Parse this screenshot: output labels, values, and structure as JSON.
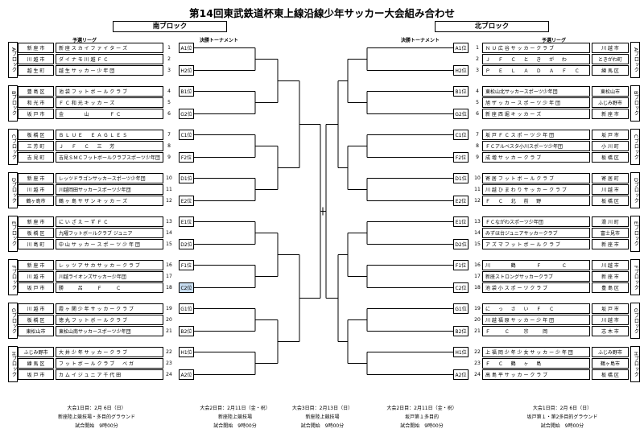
{
  "title": "第14回東武鉄道杯東上線沿線少年サッカー大会組み合わせ",
  "south_block": "南ブロック",
  "north_block": "北ブロック",
  "prelim_label": "予選リーグ",
  "final_label": "決勝トーナメント",
  "left_groups": [
    {
      "label": "Aブロック",
      "rows": [
        {
          "num": "1",
          "area": "新 座 市",
          "team": "新 座 ス カ イ フ ァ イ タ ー ズ"
        },
        {
          "num": "2",
          "area": "川 越 市",
          "team": "ダ イ ナ モ 川 越 Ｆ Ｃ"
        },
        {
          "num": "3",
          "area": "越 生 町",
          "team": "越 生 サ ッ カ ー 少 年 団"
        }
      ]
    },
    {
      "label": "Bブロック",
      "rows": [
        {
          "num": "4",
          "area": "豊 島 区",
          "team": "池 袋 フ ッ ト ボ ー ル ク ラ ブ"
        },
        {
          "num": "5",
          "area": "和 光 市",
          "team": "Ｆ Ｃ 和 光 キ ッ カ ー ズ"
        },
        {
          "num": "6",
          "area": "坂 戸 市",
          "team": "金 　 　 　 山 　 　 　 Ｆ Ｃ"
        }
      ]
    },
    {
      "label": "Cブロック",
      "rows": [
        {
          "num": "7",
          "area": "板 橋 区",
          "team": "Ｂ Ｌ Ｕ Ｅ 　 Ｅ Ａ Ｇ Ｌ Ｅ Ｓ"
        },
        {
          "num": "8",
          "area": "三 芳 町",
          "team": "Ｊ 　 Ｆ 　 Ｃ 　 三 　 芳"
        },
        {
          "num": "9",
          "area": "吉 見 町",
          "team": "吉見ＳＭＣフットボールクラブスポーツ少年団"
        }
      ]
    },
    {
      "label": "Dブロック",
      "rows": [
        {
          "num": "10",
          "area": "新 座 市",
          "team": "レッツドラゴンサッカースポーツ少年団"
        },
        {
          "num": "11",
          "area": "川 越 市",
          "team": "川越岡田サッカースポーツ少年団"
        },
        {
          "num": "12",
          "area": "鶴ヶ島市",
          "team": "鶴 ヶ 島 サ ザ ン キ ッ カ ー ズ"
        }
      ]
    },
    {
      "label": "Eブロック",
      "rows": [
        {
          "num": "13",
          "area": "新 座 市",
          "team": "に い ざ え ー ず Ｆ Ｃ"
        },
        {
          "num": "14",
          "area": "板 橋 区",
          "team": "九曜フットボールクラブ ジュニア"
        },
        {
          "num": "15",
          "area": "川 島 町",
          "team": "中 山 サ ッ カ ー ス ポ ー ツ 少 年 団"
        }
      ]
    },
    {
      "label": "Fブロック",
      "rows": [
        {
          "num": "16",
          "area": "新 座 市",
          "team": "レ ッ ツ ア サ カ サ ッ カ ー ク ラ ブ"
        },
        {
          "num": "17",
          "area": "川 越 市",
          "team": "川越ライオンズサッカー少年団"
        },
        {
          "num": "18",
          "area": "坂 戸 市",
          "team": "勝 　 　 呂 　 　 Ｆ 　 　 Ｃ"
        }
      ]
    },
    {
      "label": "Gブロック",
      "rows": [
        {
          "num": "19",
          "area": "川 越 市",
          "team": "霞 ヶ 関 少 年 サ ッ カ ー ク ラ ブ"
        },
        {
          "num": "20",
          "area": "板 橋 区",
          "team": "徳 丸 フ ッ ト ボ ー ル ク ラ ブ"
        },
        {
          "num": "21",
          "area": "東松山市",
          "team": "東松山南サッカースポーツ少年団"
        }
      ]
    },
    {
      "label": "Hブロック",
      "rows": [
        {
          "num": "22",
          "area": "ふじみ野市",
          "team": "大 井 少 年 サ ッ カ ー ク ラ ブ"
        },
        {
          "num": "23",
          "area": "練 馬 区",
          "team": "フ ッ ト ボ ー ル ク ラ ブ 　 ベ ガ"
        },
        {
          "num": "24",
          "area": "坂 戸 市",
          "team": "カ ム イ ジ ュ ニ ア 千 代 田"
        }
      ]
    }
  ],
  "right_groups": [
    {
      "label": "Aブロック",
      "rows": [
        {
          "num": "1",
          "team": "Ｎ Ｕ 広 谷 サ ッ カ ー ク ラ ブ",
          "area": "川 越 市"
        },
        {
          "num": "2",
          "team": "Ｊ 　 Ｆ 　 Ｃ 　 と 　 き 　 が 　 わ",
          "area": "ときがわ町"
        },
        {
          "num": "3",
          "team": "Ｐ 　 Ｅ 　 Ｌ 　 Ａ 　 Ｄ 　 Ａ 　 Ｆ 　 Ｃ",
          "area": "練 馬 区"
        }
      ]
    },
    {
      "label": "Bブロック",
      "rows": [
        {
          "num": "4",
          "team": "東松山北サッカースポーツ少年団",
          "area": "東松山市"
        },
        {
          "num": "5",
          "team": "旭 ザ ッ カ ー ス ポ ー ツ 少 年 団",
          "area": "ふじみ野市"
        },
        {
          "num": "6",
          "team": "新 座 西 堀 キ ッ カ ー ズ",
          "area": "新 座 市"
        }
      ]
    },
    {
      "label": "Cブロック",
      "rows": [
        {
          "num": "7",
          "team": "坂 戸 Ｆ Ｃ ス ポ ー ツ 少 年 団",
          "area": "坂 戸 市"
        },
        {
          "num": "8",
          "team": "ＦＣアルベスタ小川スポーツ少年団",
          "area": "小 川 町"
        },
        {
          "num": "9",
          "team": "成 増 サ ッ カ ー ク ラ ブ",
          "area": "板 橋 区"
        }
      ]
    },
    {
      "label": "Dブロック",
      "rows": [
        {
          "num": "10",
          "team": "寄 居 フ ッ ト ボ ー ル ク ラ ブ",
          "area": "寄 居 町"
        },
        {
          "num": "11",
          "team": "川 越 ひ ま わ り サ ッ カ ー ク ラ ブ",
          "area": "川 越 市"
        },
        {
          "num": "12",
          "team": "Ｆ 　 Ｃ 　 北 　 前 　 野",
          "area": "板 橋 区"
        }
      ]
    },
    {
      "label": "Eブロック",
      "rows": [
        {
          "num": "13",
          "team": "ＦＣながわスポーツ少年団",
          "area": "滑 川 町"
        },
        {
          "num": "14",
          "team": "みずほ台ジュニアサッカークラブ",
          "area": "富士見市"
        },
        {
          "num": "15",
          "team": "ア ズ マ フ ッ ト ボ ー ル ク ラ ブ",
          "area": "新 座 市"
        }
      ]
    },
    {
      "label": "Fブロック",
      "rows": [
        {
          "num": "16",
          "team": "川 　 　 　 鶴 　 　 　 Ｆ 　 　 　 Ｃ",
          "area": "川 越 市"
        },
        {
          "num": "17",
          "team": "新座ストロングサッカークラブ",
          "area": "新 座 市"
        },
        {
          "num": "18",
          "team": "池 袋 小 ス ポ ー ツ ク ラ ブ",
          "area": "豊 島 区"
        }
      ]
    },
    {
      "label": "Gブロック",
      "rows": [
        {
          "num": "19",
          "team": "に 　 っ 　 さ 　 い 　 Ｆ 　 Ｃ",
          "area": "坂 戸 市"
        },
        {
          "num": "20",
          "team": "川 越 福 原 サ ッ カ ー 少 年 団",
          "area": "川 越 市"
        },
        {
          "num": "21",
          "team": "Ｆ 　 　 Ｃ 　 　 宗 　 　 岡",
          "area": "志 木 市"
        }
      ]
    },
    {
      "label": "Hブロック",
      "rows": [
        {
          "num": "22",
          "team": "上 福 岡 少 年 少 女 サ ッ カ ー 少 年 団",
          "area": "ふじみ野市"
        },
        {
          "num": "23",
          "team": "Ｆ 　 Ｃ 　 鶴 　 ヶ 　 島",
          "area": "鶴ヶ島市"
        },
        {
          "num": "24",
          "team": "高 島 平 サ ッ カ ー ク ラ ブ",
          "area": "板 橋 区"
        }
      ]
    }
  ],
  "slots": [
    "A1位",
    "H2位",
    "B1位",
    "G2位",
    "C1位",
    "F2位",
    "D1位",
    "E2位",
    "E1位",
    "D2位",
    "F1位",
    "C2位",
    "G1位",
    "B2位",
    "H1位",
    "A2位"
  ],
  "right_slots": [
    "A1位",
    "H2位",
    "B1位",
    "G2位",
    "C1位",
    "F2位",
    "D1位",
    "E2位",
    "E1位",
    "D2位",
    "F1位",
    "C2位",
    "G1位",
    "B2位",
    "H1位",
    "A2位"
  ],
  "footer": [
    {
      "line1": "大会1日目：2月 6日（日）",
      "line2": "新座陸上競技場・多目的グラウンド",
      "line3": "試合開始　9時00分"
    },
    {
      "line1": "大会2日目：2月11日（金・祝）",
      "line2": "新座陸上競技場",
      "line3": "試合開始　9時00分"
    },
    {
      "line1": "大会3日目：2月13日（日）",
      "line2": "新座陸上競技場",
      "line3": "試合開始　9時00分"
    },
    {
      "line1": "大会2日目：2月11日（金・祝）",
      "line2": "坂戸第１多目的",
      "line3": "試合開始　9時00分"
    },
    {
      "line1": "大会1日目：2月 6日（日）",
      "line2": "坂戸第１・第2多目的グラウンド",
      "line3": "試合開始　9時00分"
    }
  ]
}
